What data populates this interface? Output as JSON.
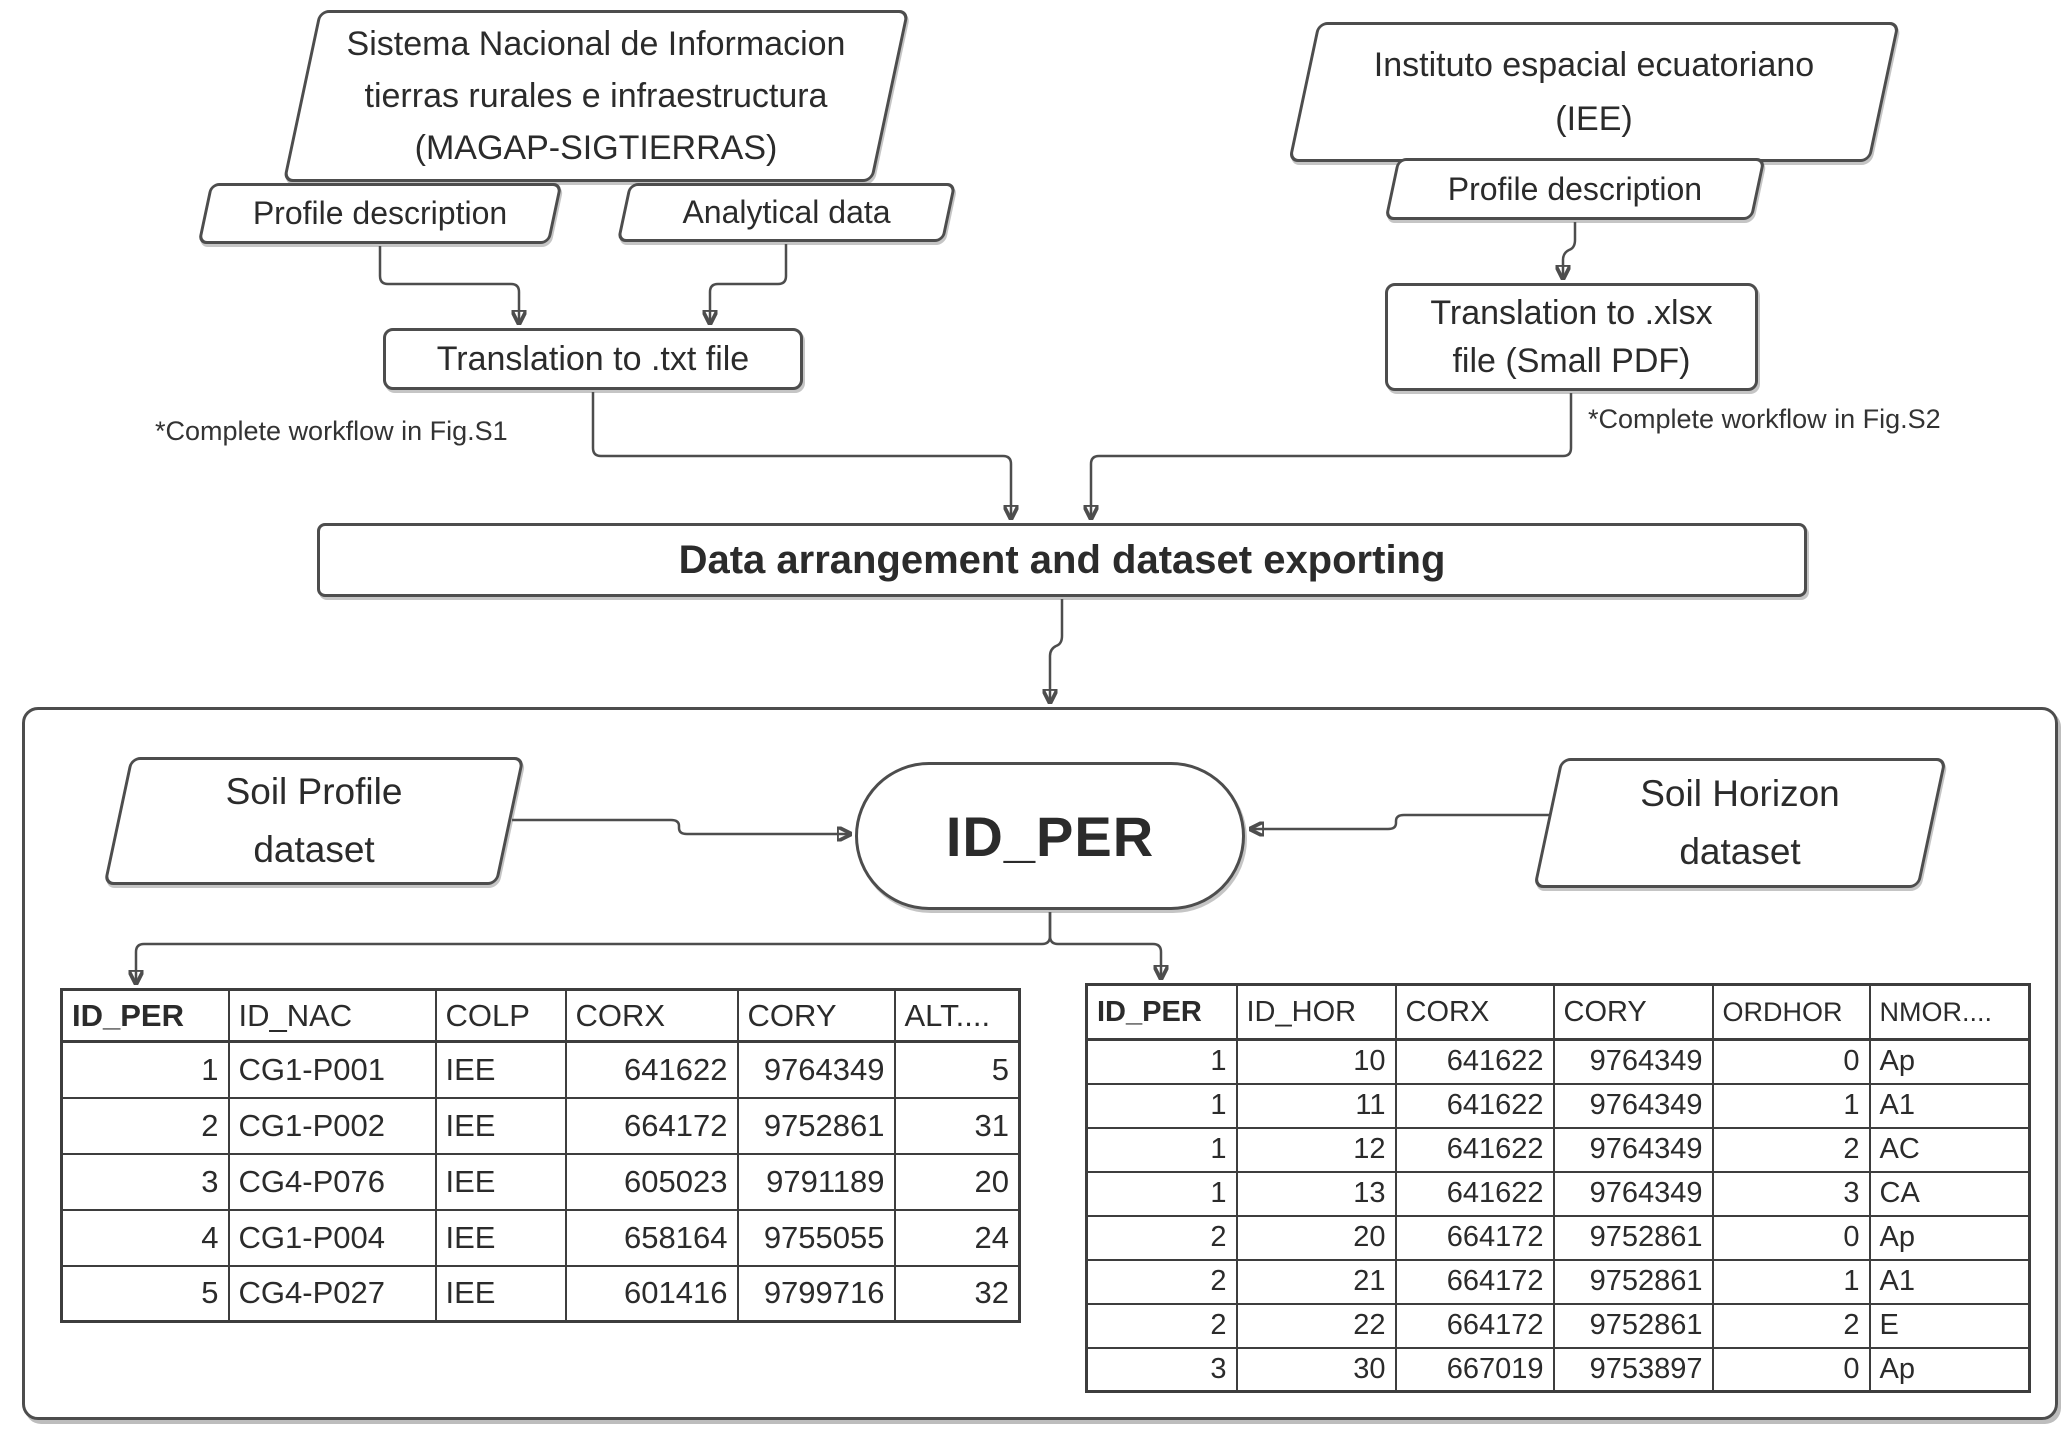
{
  "colors": {
    "stroke": "#4d4d4d",
    "text": "#2b2b2b",
    "background": "#ffffff"
  },
  "nodes": {
    "magap": {
      "lines": [
        "Sistema Nacional de Informacion",
        "tierras rurales e infraestructura",
        "(MAGAP-SIGTIERRAS)"
      ]
    },
    "profile_left": {
      "label": "Profile description"
    },
    "analytical": {
      "label": "Analytical data"
    },
    "iee": {
      "lines": [
        "Instituto espacial ecuatoriano",
        "(IEE)"
      ]
    },
    "profile_right": {
      "label": "Profile description"
    },
    "translate_txt": {
      "label": "Translation to .txt file"
    },
    "translate_xlsx": {
      "lines": [
        "Translation to .xlsx",
        "file (Small PDF)"
      ]
    },
    "note_s1": "*Complete workflow in Fig.S1",
    "note_s2": "*Complete workflow in Fig.S2",
    "arrangement": {
      "label": "Data arrangement and dataset exporting"
    },
    "soil_profile": {
      "lines": [
        "Soil Profile",
        "dataset"
      ]
    },
    "id_per": {
      "label": "ID_PER"
    },
    "soil_horizon": {
      "lines": [
        "Soil Horizon",
        "dataset"
      ]
    }
  },
  "tables": {
    "profile": {
      "headers": [
        "ID_PER",
        "ID_NAC",
        "COLP",
        "CORX",
        "CORY",
        "ALT...."
      ],
      "rows": [
        [
          "1",
          "CG1-P001",
          "IEE",
          "641622",
          "9764349",
          "5"
        ],
        [
          "2",
          "CG1-P002",
          "IEE",
          "664172",
          "9752861",
          "31"
        ],
        [
          "3",
          "CG4-P076",
          "IEE",
          "605023",
          "9791189",
          "20"
        ],
        [
          "4",
          "CG1-P004",
          "IEE",
          "658164",
          "9755055",
          "24"
        ],
        [
          "5",
          "CG4-P027",
          "IEE",
          "601416",
          "9799716",
          "32"
        ]
      ]
    },
    "horizon": {
      "headers": [
        "ID_PER",
        "ID_HOR",
        "CORX",
        "CORY",
        "ORDHOR",
        "NMOR...."
      ],
      "rows": [
        [
          "1",
          "10",
          "641622",
          "9764349",
          "0",
          "Ap"
        ],
        [
          "1",
          "11",
          "641622",
          "9764349",
          "1",
          "A1"
        ],
        [
          "1",
          "12",
          "641622",
          "9764349",
          "2",
          "AC"
        ],
        [
          "1",
          "13",
          "641622",
          "9764349",
          "3",
          "CA"
        ],
        [
          "2",
          "20",
          "664172",
          "9752861",
          "0",
          "Ap"
        ],
        [
          "2",
          "21",
          "664172",
          "9752861",
          "1",
          "A1"
        ],
        [
          "2",
          "22",
          "664172",
          "9752861",
          "2",
          "E"
        ],
        [
          "3",
          "30",
          "667019",
          "9753897",
          "0",
          "Ap"
        ]
      ]
    }
  }
}
